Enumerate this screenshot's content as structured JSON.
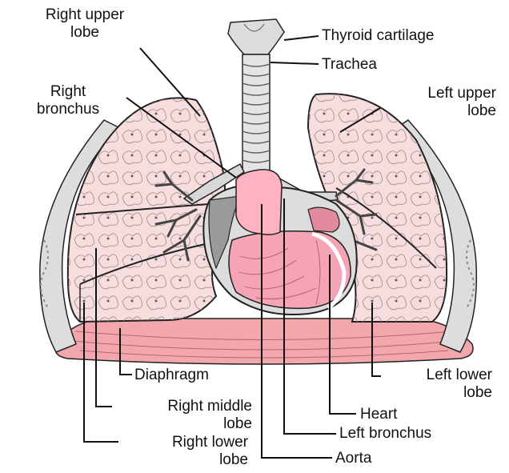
{
  "labels": {
    "right_upper_lobe": "Right upper\nlobe",
    "right_bronchus": "Right\nbronchus",
    "thyroid_cartilage": "Thyroid cartilage",
    "trachea": "Trachea",
    "left_upper_lobe": "Left upper\nlobe",
    "diaphragm": "Diaphragm",
    "left_lower_lobe": "Left lower\nlobe",
    "right_middle_lobe": "Right middle\nlobe",
    "heart": "Heart",
    "left_bronchus": "Left bronchus",
    "right_lower_lobe": "Right lower\nlobe",
    "aorta": "Aorta"
  },
  "colors": {
    "lung_tissue": "#f6dede",
    "pleura": "#dddddd",
    "heart": "#f4a4b4",
    "aorta": "#ffb3c1",
    "vessel": "#e28aa0",
    "diaphragm": "#f2a7ad",
    "outline": "#222222"
  }
}
